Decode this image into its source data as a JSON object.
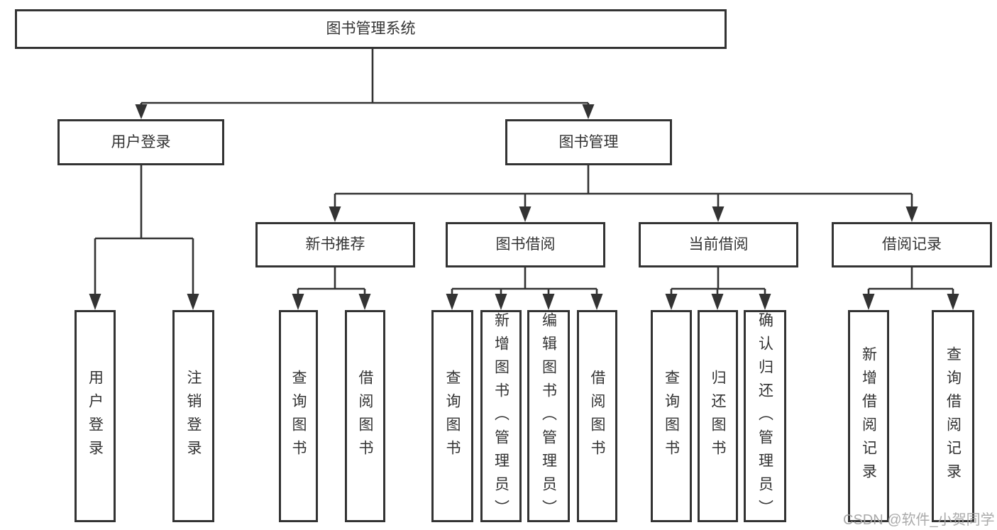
{
  "tree": {
    "label": "图书管理系统",
    "children": [
      {
        "label": "用户登录",
        "children": [
          {
            "label": "用户登录"
          },
          {
            "label": "注销登录"
          }
        ]
      },
      {
        "label": "图书管理",
        "children": [
          {
            "label": "新书推荐",
            "children": [
              {
                "label": "查询图书"
              },
              {
                "label": "借阅图书"
              }
            ]
          },
          {
            "label": "图书借阅",
            "children": [
              {
                "label": "查询图书"
              },
              {
                "label": "新增图书（管理员）"
              },
              {
                "label": "编辑图书（管理员）"
              },
              {
                "label": "借阅图书"
              }
            ]
          },
          {
            "label": "当前借阅",
            "children": [
              {
                "label": "查询图书"
              },
              {
                "label": "归还图书"
              },
              {
                "label": "确认归还（管理员）"
              }
            ]
          },
          {
            "label": "借阅记录",
            "children": [
              {
                "label": "新增借阅记录"
              },
              {
                "label": "查询借阅记录"
              }
            ]
          }
        ]
      }
    ]
  },
  "watermark": {
    "text": "CSDN @软件_小贺同学"
  },
  "colors": {
    "line": "#333333",
    "box_border": "#333333",
    "text": "#333333",
    "background": "#ffffff",
    "watermark": "#a3a3a3"
  }
}
